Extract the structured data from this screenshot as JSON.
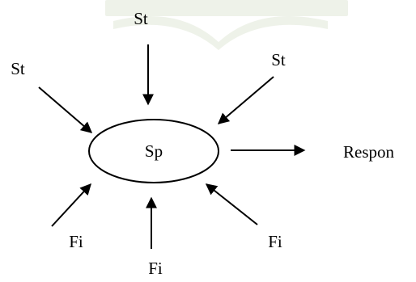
{
  "watermark": {
    "name": "faint-logo-watermark",
    "color": "#7c9a52"
  },
  "center": {
    "label": "Sp"
  },
  "stimuli": [
    {
      "label": "St"
    },
    {
      "label": "St"
    },
    {
      "label": "St"
    }
  ],
  "factors": [
    {
      "label": "Fi"
    },
    {
      "label": "Fi"
    },
    {
      "label": "Fi"
    }
  ],
  "output": {
    "label": "Respon"
  }
}
